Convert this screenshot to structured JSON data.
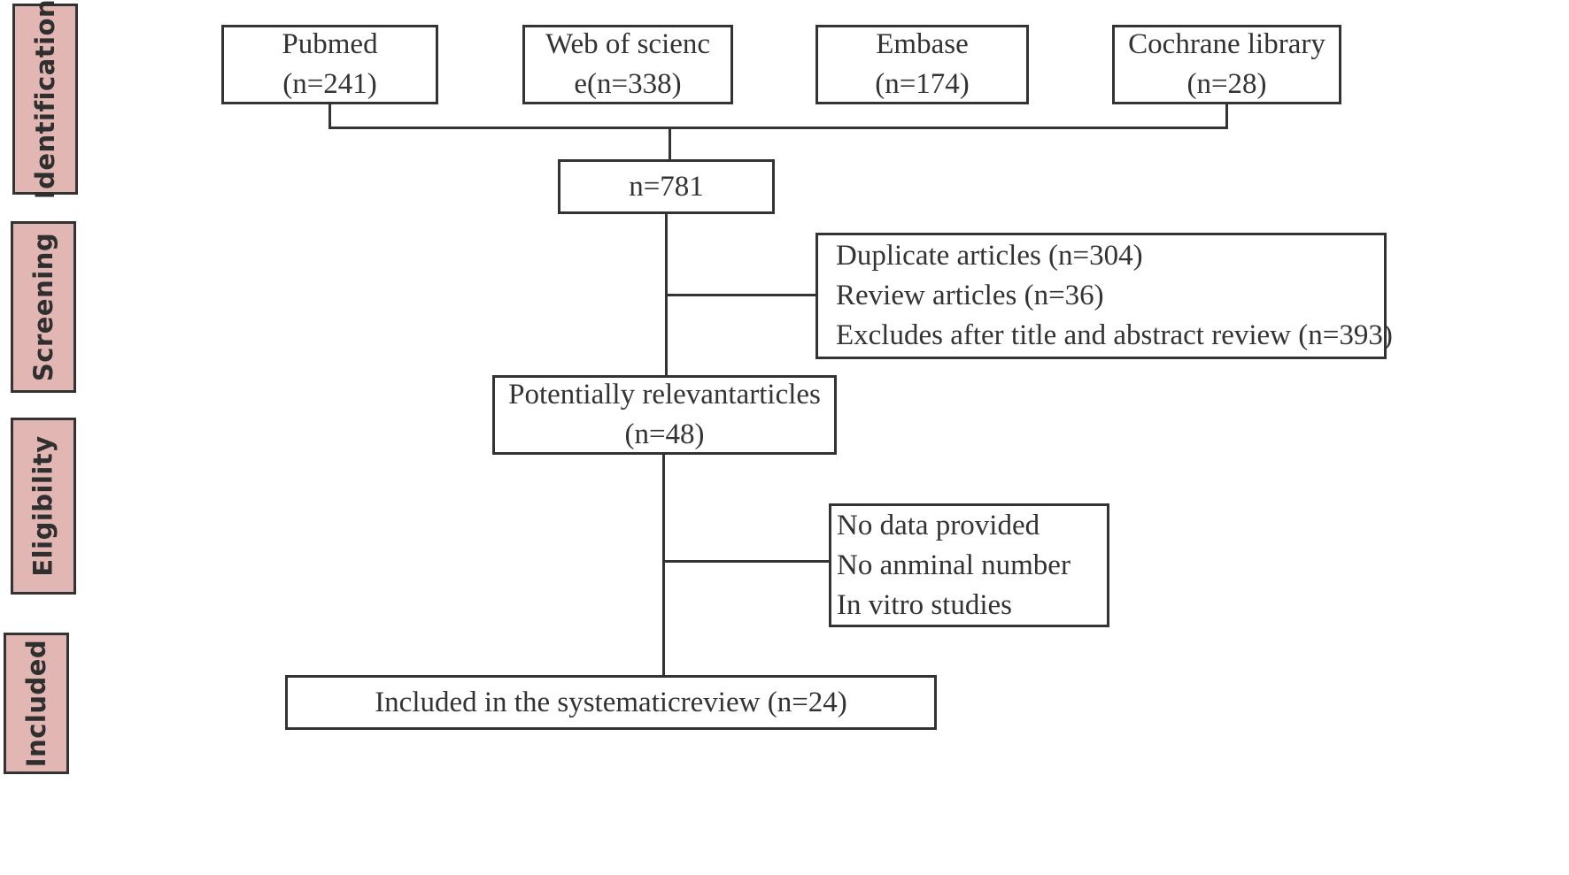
{
  "stages": {
    "identification": "Identification",
    "screening": "Screening",
    "eligibility": "Eligibility",
    "included": "Included"
  },
  "sources": [
    {
      "line1": "Pubmed",
      "line2": "(n=241)"
    },
    {
      "line1": "Web of scienc",
      "line2": "e(n=338)"
    },
    {
      "line1": "Embase",
      "line2": "(n=174)"
    },
    {
      "line1": "Cochrane library",
      "line2": "(n=28)"
    }
  ],
  "total": "n=781",
  "screening_exclusions": [
    "Duplicate articles (n=304)",
    "Review articles (n=36)",
    "Excludes after title and abstract review (n=393)"
  ],
  "potentially_relevant": {
    "line1": "Potentially relevantarticles",
    "line2": "(n=48)"
  },
  "eligibility_exclusions": [
    "No data provided",
    "No anminal number",
    "In vitro studies"
  ],
  "included": "Included in the systematicreview (n=24)"
}
